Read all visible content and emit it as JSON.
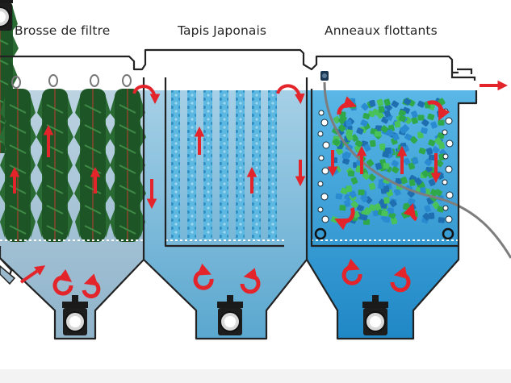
{
  "labels": {
    "chamber_1": "Brosse de filtre",
    "chamber_2": "Tapis Japonais",
    "chamber_3": "Anneaux flottants"
  },
  "icons": {
    "flow_arrow": "red-arrow-icon",
    "circulation": "circular-arrow-icon",
    "drain_valve": "drain-valve-icon",
    "outlet_pipe": "outlet-pipe-icon",
    "air_stone": "air-stone-icon"
  },
  "colors": {
    "water_chamber_1": "#a9c7d9",
    "water_chamber_2": "#7fbcd8",
    "water_chamber_3": "#3aa1d8",
    "flow_arrows": "#e3242b",
    "brush": "#1f5a2a",
    "mat": "#4aa8d6",
    "rings_green": "#2fa84a",
    "rings_blue": "#1f6fb0",
    "outline": "#222222"
  }
}
